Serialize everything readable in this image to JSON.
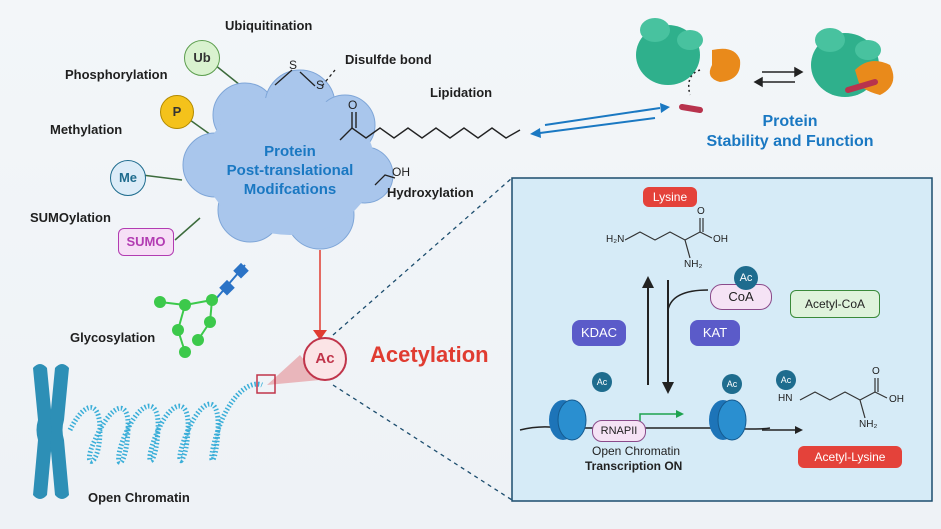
{
  "ptm": {
    "ubiquitination": "Ubiquitination",
    "disulfide": "Disulfde bond",
    "phosphorylation": "Phosphorylation",
    "lipidation": "Lipidation",
    "methylation": "Methylation",
    "hydroxylation": "Hydroxylation",
    "sumoylation": "SUMOylation",
    "glycosylation": "Glycosylation",
    "ub_tag": "Ub",
    "p_tag": "P",
    "me_tag": "Me",
    "sumo_tag": "SUMO",
    "s1": "S",
    "s2": "S",
    "oh": "OH",
    "o": "O"
  },
  "protein": {
    "line1": "Protein",
    "line2": "Post-translational",
    "line3": "Modifcations"
  },
  "stability": {
    "line1": "Protein",
    "line2": "Stability and Function"
  },
  "acetylation": {
    "ac_tag": "Ac",
    "label": "Acetylation"
  },
  "chromatin": {
    "label": "Open Chromatin"
  },
  "detail": {
    "lysine": "Lysine",
    "acetyl_coa": "Acetyl-CoA",
    "coa": "CoA",
    "ac": "Ac",
    "kdac": "KDAC",
    "kat": "KAT",
    "rnapii": "RNAPII",
    "open_chromatin": "Open Chromatin",
    "transcription": "Transcription ON",
    "acetyl_lysine": "Acetyl-Lysine",
    "h2n": "H₂N",
    "nh2": "NH₂",
    "oh": "OH",
    "o": "O",
    "hn": "HN"
  },
  "colors": {
    "protein_blob": "#a9c6ec",
    "arrow_blue": "#1a78c2",
    "acetyl_red": "#e03c31",
    "panel_bg": "#d6ebf7",
    "panel_border": "#1c4d6e",
    "ac_teal": "#1e6c8e",
    "kdac_purple": "#5b5bc9",
    "enzyme_green": "#2fb08c",
    "substrate_orange": "#e98a1b",
    "glycan_green": "#3cc94b",
    "glycan_blue": "#2b73c6"
  }
}
